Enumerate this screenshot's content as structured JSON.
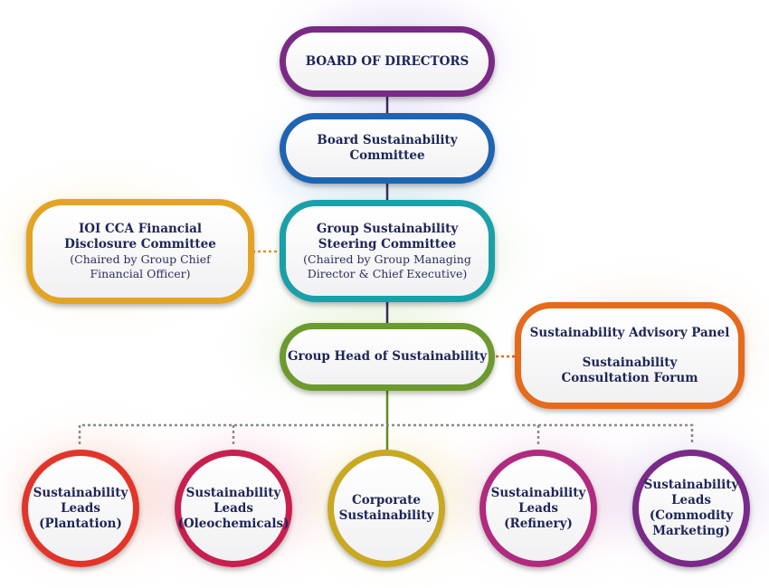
{
  "board": {
    "label": "BOARD OF DIRECTORS"
  },
  "board_committee": {
    "line1": "Board Sustainability",
    "line2": "Committee"
  },
  "steering": {
    "line1": "Group Sustainability",
    "line2": "Steering Committee",
    "sub1": "(Chaired by Group Managing",
    "sub2": "Director & Chief Executive)"
  },
  "ioi_cca": {
    "line1": "IOI CCA Financial",
    "line2": "Disclosure Committee",
    "sub1": "(Chaired by Group Chief",
    "sub2": "Financial Officer)"
  },
  "head": {
    "label": "Group Head of Sustainability"
  },
  "advisory": {
    "line1": "Sustainability Advisory Panel",
    "line2": "Sustainability",
    "line3": "Consultation Forum"
  },
  "leads": {
    "plantation": {
      "line1": "Sustainability",
      "line2": "Leads",
      "line3": "(Plantation)"
    },
    "oleochemicals": {
      "line1": "Sustainability",
      "line2": "Leads",
      "line3": "(Oleochemicals)"
    },
    "corporate": {
      "line1": "Corporate",
      "line2": "Sustainability"
    },
    "refinery": {
      "line1": "Sustainability",
      "line2": "Leads",
      "line3": "(Refinery)"
    },
    "commodity": {
      "line1": "Sustainability",
      "line2": "Leads",
      "line3": "(Commodity",
      "line4": "Marketing)"
    }
  },
  "colors": {
    "board": "#7a2a85",
    "board_committee": "#1f64b2",
    "steering": "#1aa0a8",
    "ioi_cca": "#e3a424",
    "head": "#6c9a2e",
    "advisory": "#e46a1c",
    "plantation": "#e2352a",
    "oleochemicals": "#c81f4e",
    "corporate": "#c9a822",
    "refinery": "#b02a7e",
    "commodity": "#7a2a88",
    "connector": "#3b2a5e",
    "dotted": "#8a8a8a"
  }
}
